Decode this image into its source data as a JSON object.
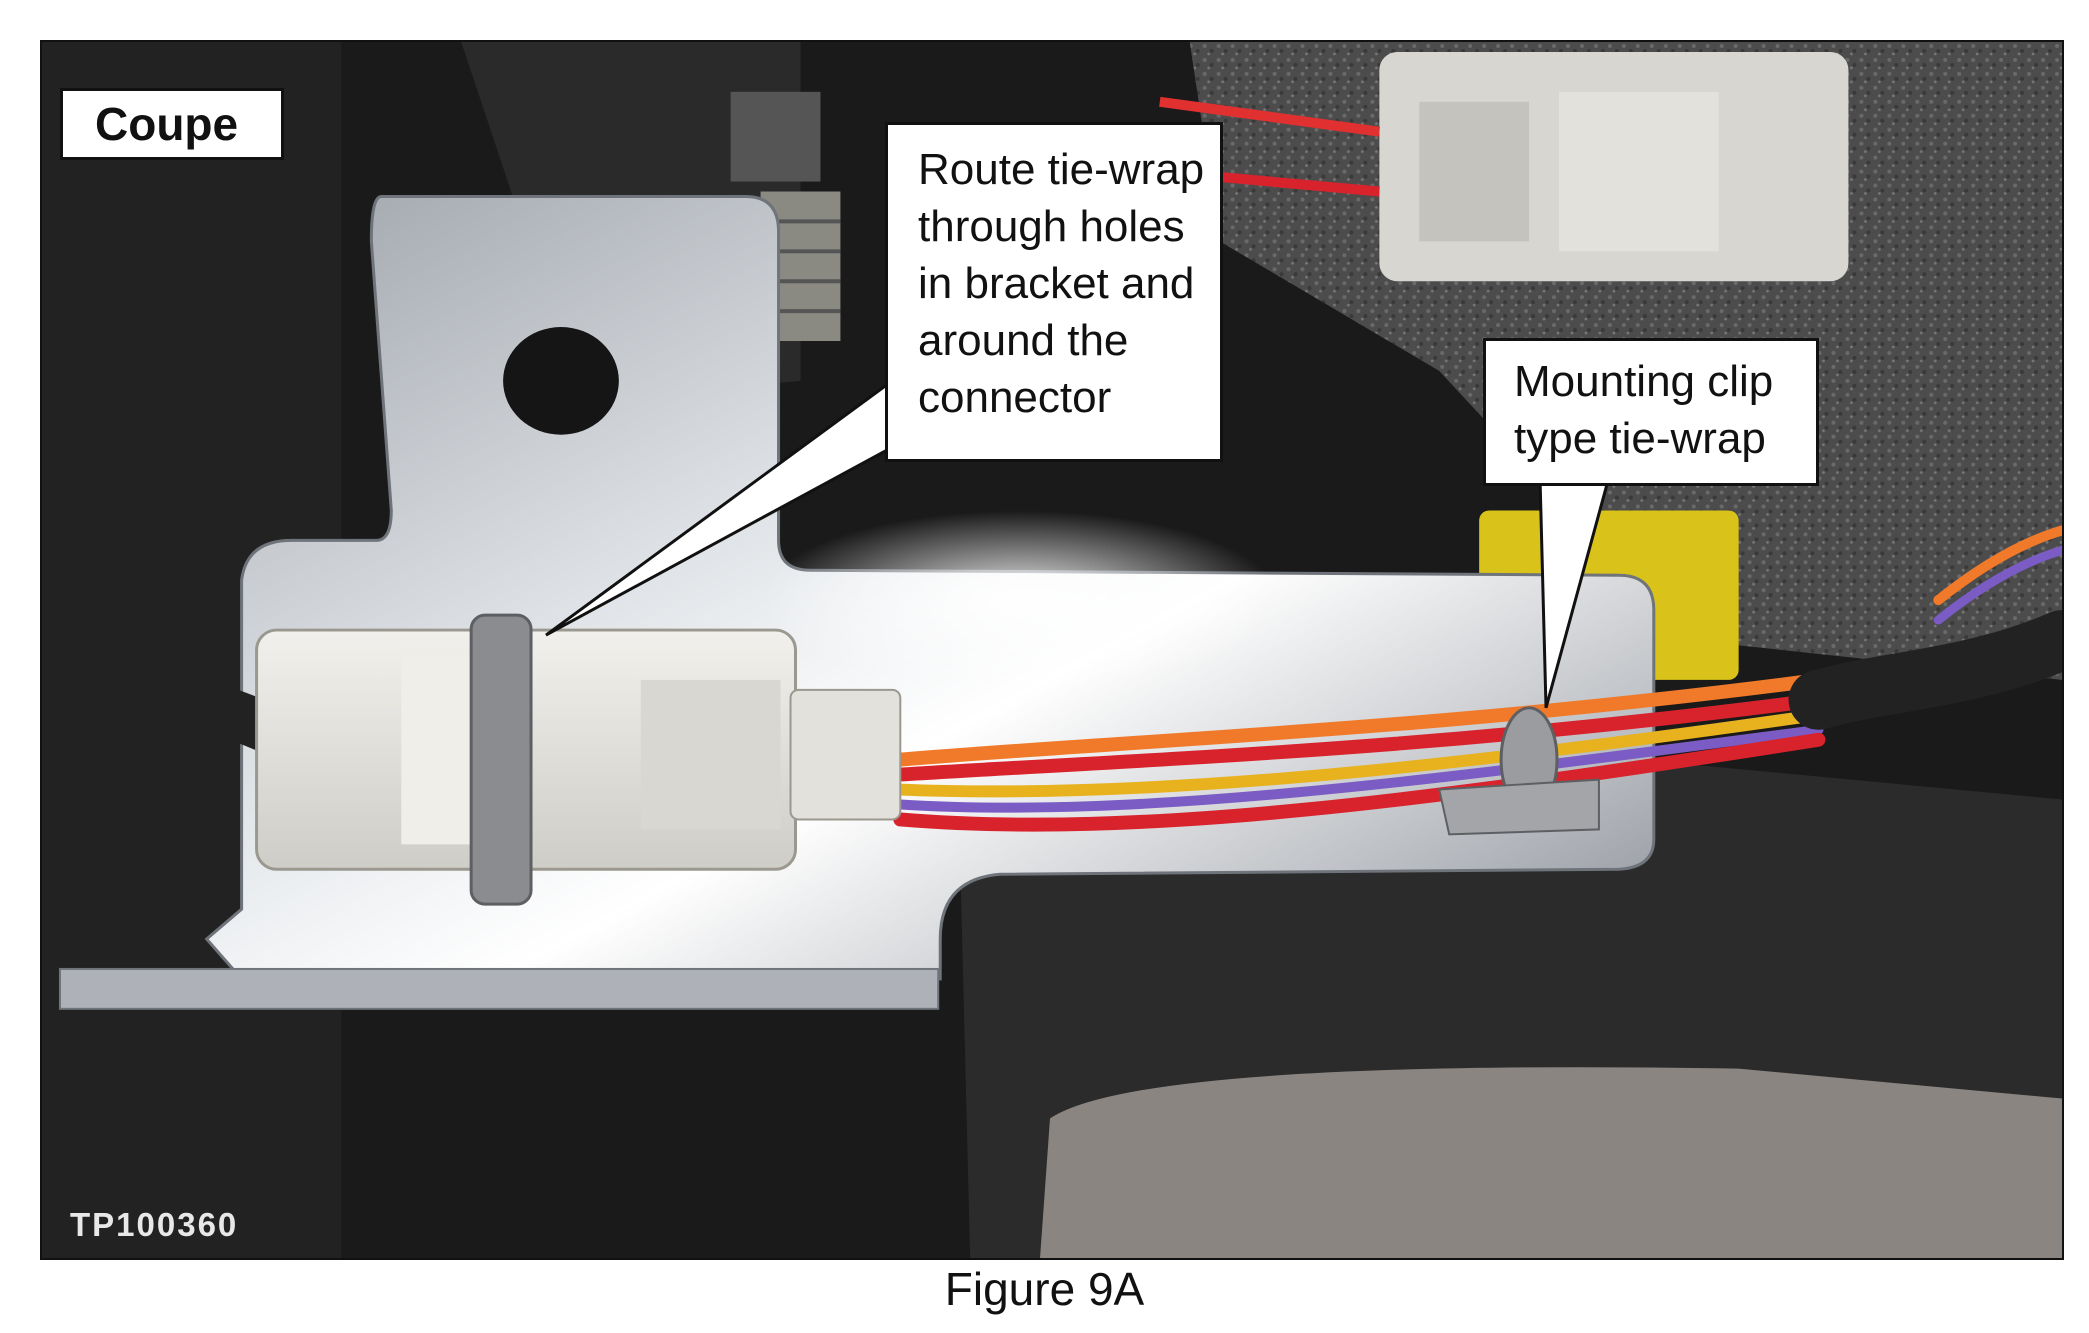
{
  "photo": {
    "badge_label": "Coupe",
    "callouts": [
      {
        "lines": [
          "Route tie-wrap",
          "through holes",
          "in bracket and",
          "around the",
          "connector"
        ]
      },
      {
        "lines": [
          "Mounting clip",
          "type tie-wrap"
        ]
      }
    ],
    "image_code": "TP100360"
  },
  "caption": "Figure 9A",
  "colors": {
    "bracket": "#c9ccd1",
    "connector": "#e7e6e2",
    "tie_wrap": "#8a8c8f",
    "wire_red": "#d8232c",
    "wire_orange": "#f07a2a",
    "wire_yellow": "#e8b21f",
    "wire_purple": "#7b5cc4",
    "carpet": "#5a5a5a"
  }
}
